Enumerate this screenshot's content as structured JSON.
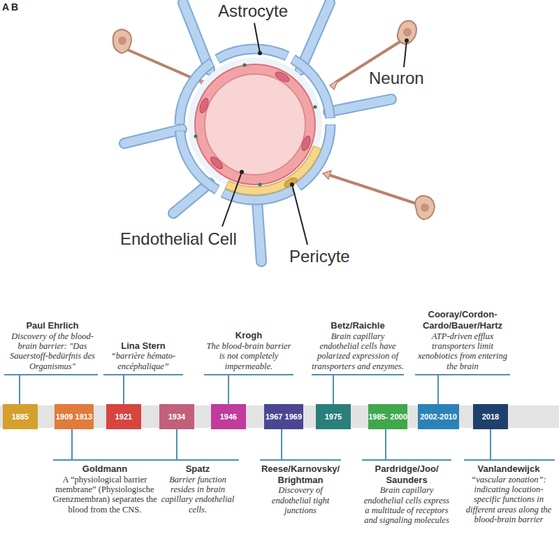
{
  "diagram": {
    "nodes": [
      {
        "text": [
          "1885"
        ]
      },
      {
        "text": [
          "1909 1913"
        ]
      },
      {
        "text": [
          "1921"
        ]
      },
      {
        "text": [
          "1934"
        ]
      },
      {
        "text": [
          "1946"
        ]
      },
      {
        "text": [
          "1967 1969"
        ]
      },
      {
        "text": [
          "1975"
        ]
      },
      {
        "text": [
          "1985- 2000"
        ]
      },
      {
        "text": [
          "2002-2010"
        ]
      },
      {
        "text": [
          "2018"
        ]
      }
    ],
    "labels": [
      "A",
      "B",
      "Astrocyte",
      "Neuron",
      "Endothelial Cell",
      "Pericyte",
      "Paul Ehrlich",
      "Discovery of the blood-brain barrier: \"Das Sauerstoff-bedürfnis des Organismus\"",
      "Goldmann",
      "A “physiological barrier membrane” (Physiologische Grenzmembran) separates the blood from the CNS.",
      "Lina Stern",
      "“barrière hémato-encéphalique”",
      "Spatz",
      "Barrier function resides in brain capillary endothelial cells.",
      "Krogh",
      "The blood-brain barrier is not completely impermeable.",
      "Reese/Karnovsky/ Brightman",
      "Discovery of endothelial tight junctions",
      "Betz/Raichle",
      "Brain capillary endothelial cells have polarized expression of transporters and enzymes.",
      "Pardridge/Joo/ Saunders",
      "Brain capillary endothelial cells express a multitude of receptors and signaling molecules",
      "Cooray/Cordon-Cardo/Bauer/Hartz",
      "ATP-driven efflux transporters limit xenobiotics from entering the brain",
      "Vanlandewijck",
      "“vascular zonation”: indicating location-specific functions in different areas along the blood-brain barrier"
    ]
  }
}
